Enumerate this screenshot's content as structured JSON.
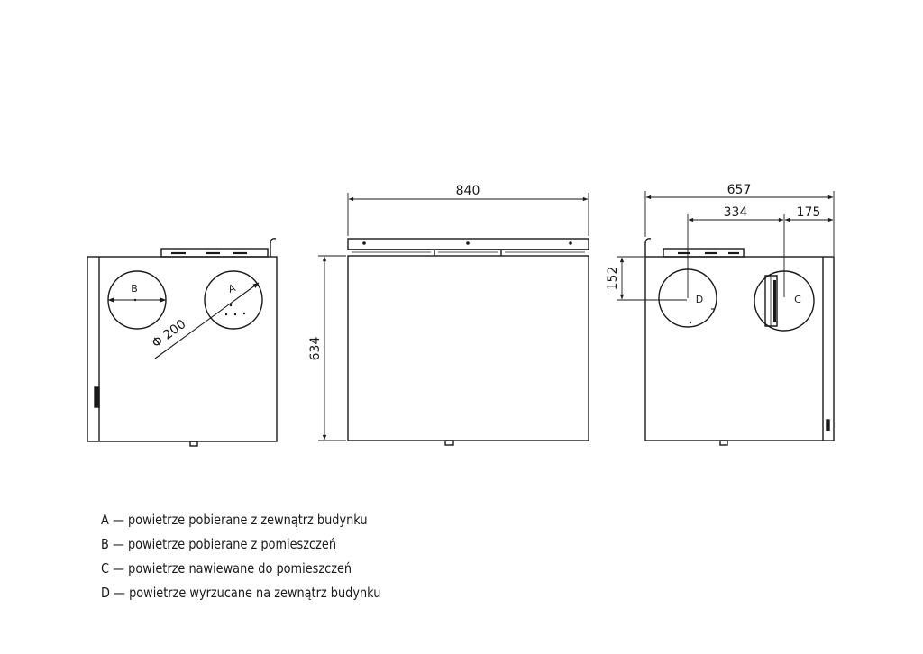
{
  "drawing": {
    "colors": {
      "line": "#1a1a1a"
    },
    "left_view": {
      "port_b_label": "B",
      "port_a_label": "A",
      "diameter_label": "Φ 200"
    },
    "front_view": {
      "width_label": "840",
      "height_label": "634"
    },
    "right_view": {
      "overall_label": "657",
      "d_offset_label": "334",
      "c_offset_label": "175",
      "vertical_label": "152",
      "port_d_label": "D",
      "port_c_label": "C"
    }
  },
  "legend": [
    {
      "key": "A",
      "dash": "—",
      "text": "powietrze pobierane z zewnątrz budynku"
    },
    {
      "key": "B",
      "dash": "—",
      "text": "powietrze pobierane z pomieszczeń"
    },
    {
      "key": "C",
      "dash": "—",
      "text": "powietrze nawiewane do pomieszczeń"
    },
    {
      "key": "D",
      "dash": "—",
      "text": "powietrze wyrzucane na zewnątrz budynku"
    }
  ]
}
